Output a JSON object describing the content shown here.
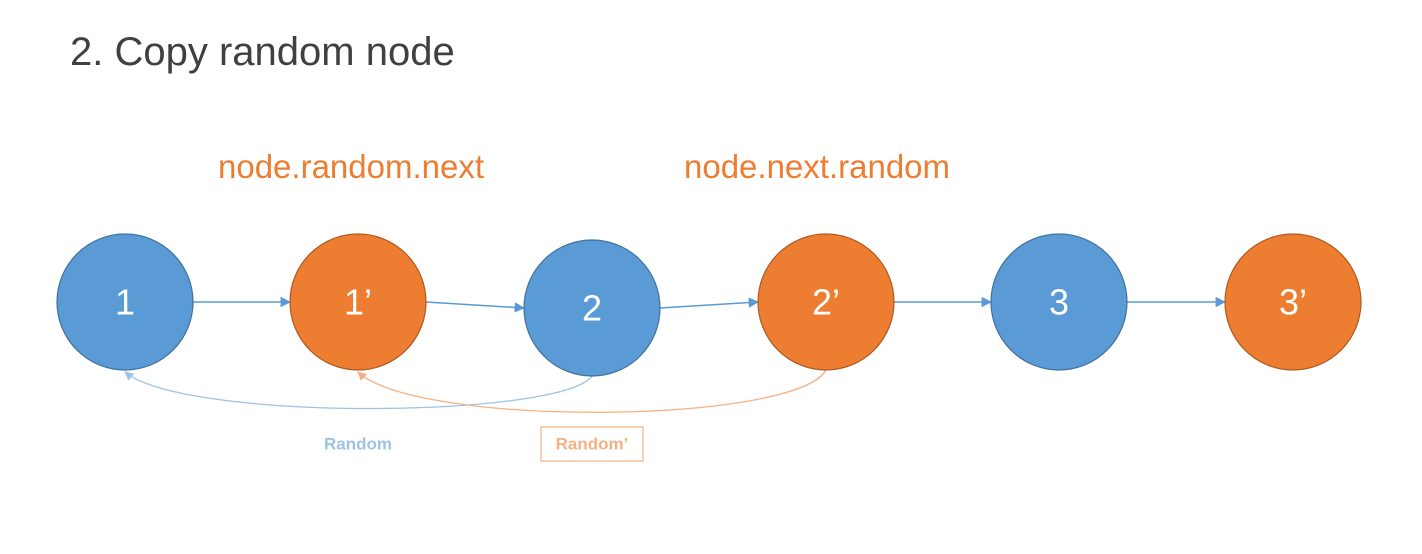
{
  "title": "2. Copy random node",
  "annotations": {
    "left": "node.random.next",
    "right": "node.next.random"
  },
  "nodes": [
    {
      "label": "1",
      "kind": "original"
    },
    {
      "label": "1’",
      "kind": "copy"
    },
    {
      "label": "2",
      "kind": "original"
    },
    {
      "label": "2’",
      "kind": "copy"
    },
    {
      "label": "3",
      "kind": "original"
    },
    {
      "label": "3’",
      "kind": "copy"
    }
  ],
  "random_links": [
    {
      "from": "2",
      "to": "1",
      "label": "Random",
      "color": "#9DC3E6"
    },
    {
      "from": "2’",
      "to": "1’",
      "label": "Random’",
      "color": "#F4B183"
    }
  ],
  "colors": {
    "original": "#5B9BD5",
    "copy": "#ED7D31",
    "next_arrow": "#5B9BD5",
    "annotation": "#ED7D31",
    "title": "#404040"
  }
}
